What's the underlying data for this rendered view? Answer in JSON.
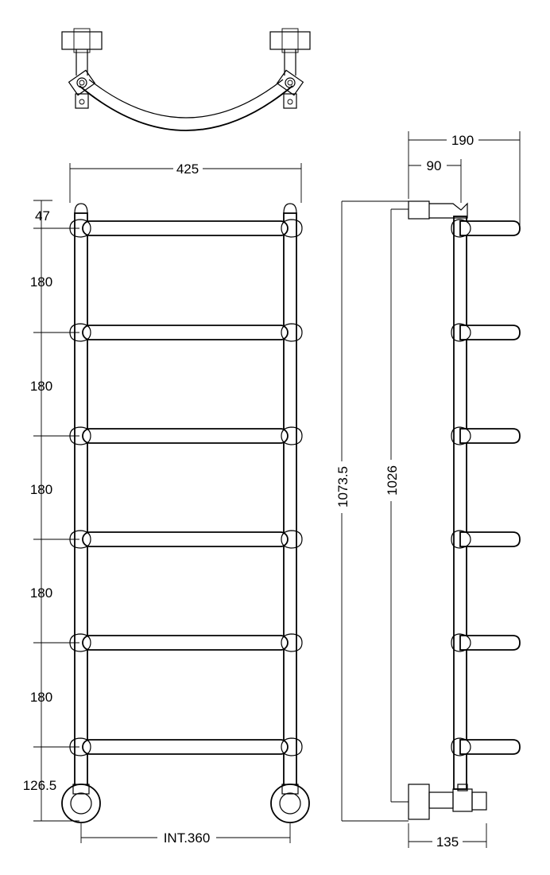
{
  "drawing": {
    "dimensions": {
      "overall_width": "425",
      "top_offset": "47",
      "rail_spacing_1": "180",
      "rail_spacing_2": "180",
      "rail_spacing_3": "180",
      "rail_spacing_4": "180",
      "rail_spacing_5": "180",
      "bottom_offset": "126.5",
      "internal_width": "INT.360",
      "overall_height": "1073.5",
      "inner_height": "1026",
      "side_depth": "190",
      "wall_offset": "90",
      "valve_depth": "135"
    }
  }
}
